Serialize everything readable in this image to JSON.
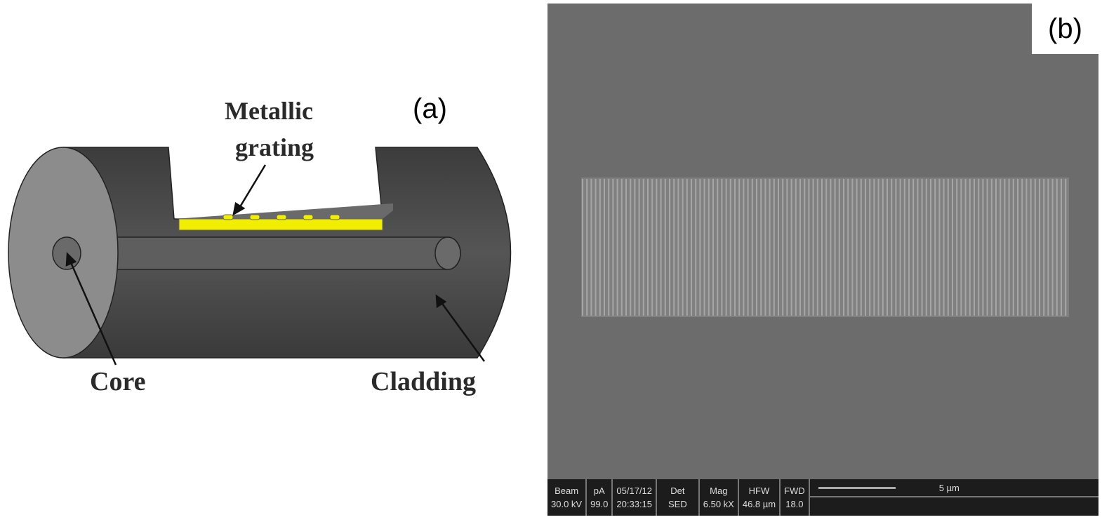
{
  "panel_a": {
    "letter": "(a)",
    "labels": {
      "metallic": "Metallic",
      "grating": "grating",
      "core": "Core",
      "cladding": "Cladding"
    },
    "colors": {
      "cladding": "#4a4a4a",
      "end_face": "#8c8c8c",
      "grating": "#f2ee00"
    }
  },
  "panel_b": {
    "letter": "(b)",
    "info_bar": [
      {
        "label": "Beam",
        "value": "30.0 kV"
      },
      {
        "label": "pA",
        "value": "99.0"
      },
      {
        "label": "05/17/12",
        "value": "20:33:15"
      },
      {
        "label": "Det",
        "value": "SED"
      },
      {
        "label": "Mag",
        "value": "6.50 kX"
      },
      {
        "label": "HFW",
        "value": "46.8 µm"
      },
      {
        "label": "FWD",
        "value": "18.0"
      }
    ],
    "scale_bar": "5 µm"
  }
}
